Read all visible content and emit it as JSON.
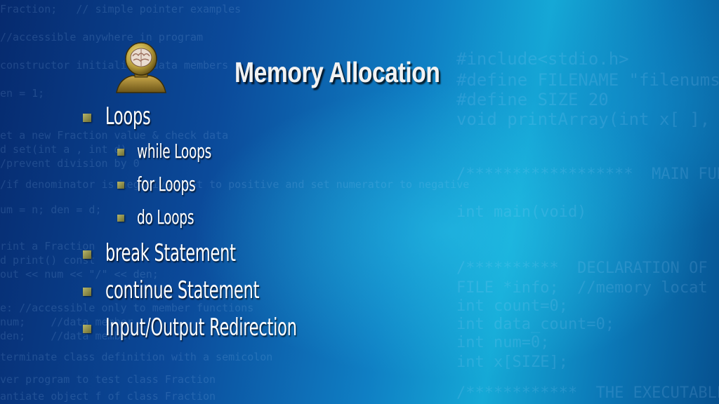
{
  "slide": {
    "title": "Memory Allocation",
    "icon": "brain-head-icon",
    "bullets": [
      {
        "level": 1,
        "text": "Loops"
      },
      {
        "level": 2,
        "text": "while Loops"
      },
      {
        "level": 2,
        "text": "for Loops"
      },
      {
        "level": 2,
        "text": "do Loops"
      },
      {
        "level": 1,
        "text": "break Statement"
      },
      {
        "level": 1,
        "text": "continue Statement"
      },
      {
        "level": 1,
        "text": "Input/Output Redirection"
      }
    ]
  },
  "colors": {
    "background_dark": "#062a6e",
    "background_light": "#15a9d6",
    "text": "#ffffff",
    "bullet": "#a3a25a",
    "icon": "#b59b3a"
  }
}
